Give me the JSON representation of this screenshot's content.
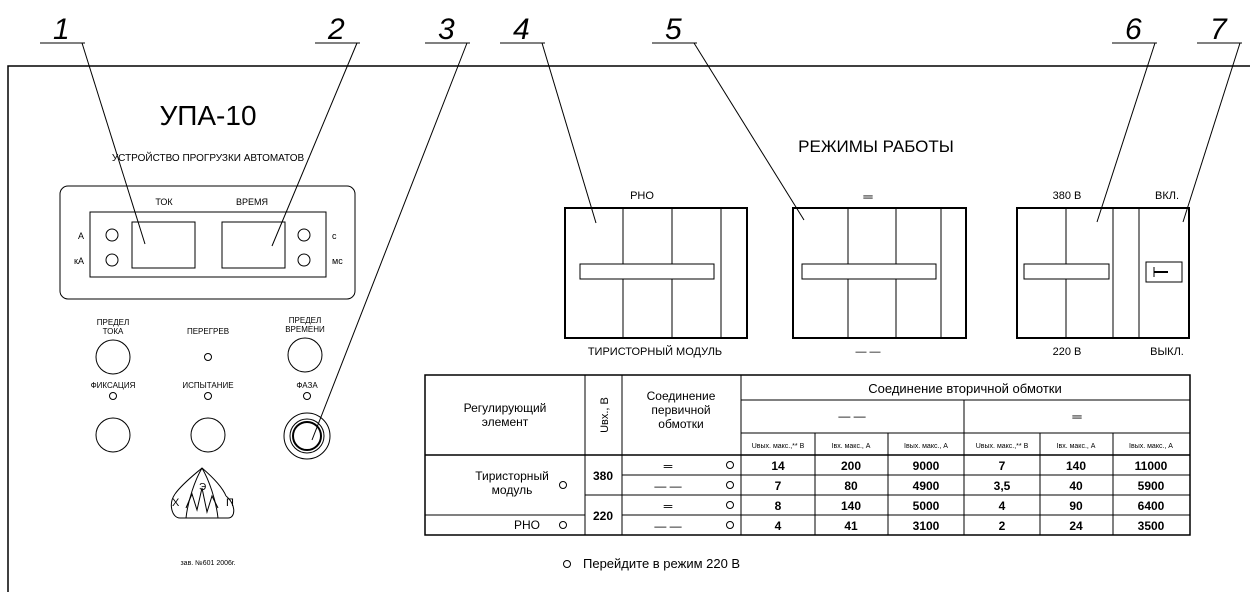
{
  "callouts": [
    "1",
    "2",
    "3",
    "4",
    "5",
    "6",
    "7"
  ],
  "panel": {
    "title": "УПА-10",
    "subtitle": "УСТРОЙСТВО ПРОГРУЗКИ АВТОМАТОВ",
    "display": {
      "current_label": "ТОК",
      "time_label": "ВРЕМЯ",
      "unit_a": "А",
      "unit_ka": "кА",
      "unit_s": "с",
      "unit_ms": "мс"
    },
    "buttons": {
      "current_limit_1": "ПРЕДЕЛ",
      "current_limit_2": "ТОКА",
      "overheat": "ПЕРЕГРЕВ",
      "time_limit_1": "ПРЕДЕЛ",
      "time_limit_2": "ВРЕМЕНИ",
      "fix": "ФИКСАЦИЯ",
      "test": "ИСПЫТАНИЕ",
      "phase": "ФАЗА"
    },
    "logo_letters": [
      "Х",
      "Э",
      "П"
    ],
    "serial": "зав. №601 2006г."
  },
  "modes": {
    "title": "РЕЖИМЫ РАБОТЫ",
    "rno": "РНО",
    "thyristor_module": "ТИРИСТОРНЫЙ МОДУЛЬ",
    "v380": "380 В",
    "v220": "220 В",
    "on": "ВКЛ.",
    "off": "ВЫКЛ.",
    "parallel_symbol": "═",
    "series_symbol": "— —"
  },
  "table": {
    "h_element": [
      "Регулирующий",
      "элемент"
    ],
    "h_uin": "Uвх., В",
    "h_primary": [
      "Соединение",
      "первичной",
      "обмотки"
    ],
    "h_secondary": "Соединение вторичной обмотки",
    "h_series": "— —",
    "h_parallel": "═",
    "h_cols": [
      "Uвых. макс.,** В",
      "Iвх. макс., А",
      "Iвых. макс., А",
      "Uвых. макс.,** В",
      "Iвх. макс., А",
      "Iвых. макс., А"
    ],
    "el_thyristor": [
      "Тиристорный",
      "модуль"
    ],
    "el_rno": "РНО",
    "u380": "380",
    "u220": "220",
    "rows": [
      {
        "conn": "═",
        "vals": [
          "14",
          "200",
          "9000",
          "7",
          "140",
          "11000"
        ]
      },
      {
        "conn": "— —",
        "vals": [
          "7",
          "80",
          "4900",
          "3,5",
          "40",
          "5900"
        ]
      },
      {
        "conn": "═",
        "vals": [
          "8",
          "140",
          "5000",
          "4",
          "90",
          "6400"
        ]
      },
      {
        "conn": "— —",
        "vals": [
          "4",
          "41",
          "3100",
          "2",
          "24",
          "3500"
        ]
      }
    ],
    "note": "Перейдите в режим 220 В"
  }
}
